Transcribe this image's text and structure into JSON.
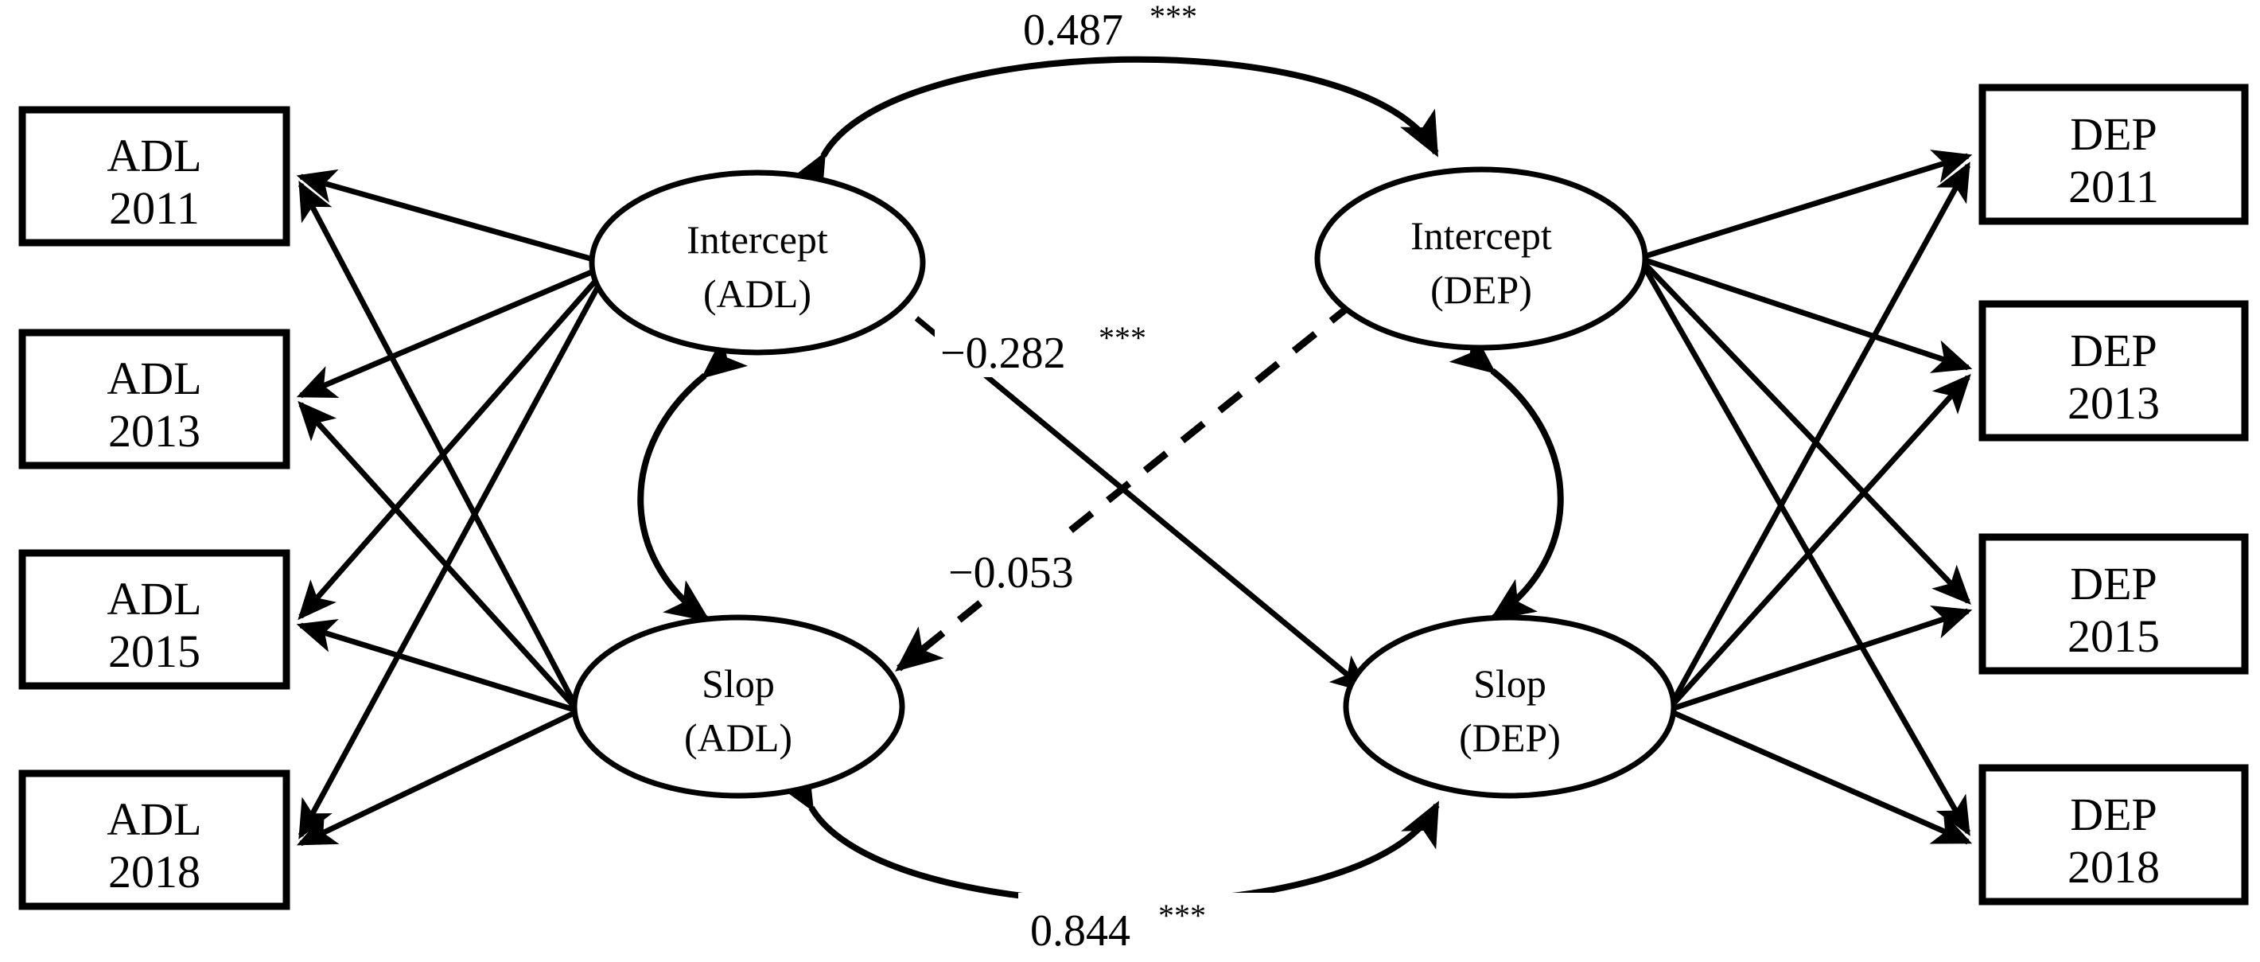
{
  "diagram": {
    "type": "structural-equation-model-path-diagram",
    "background_color": "#ffffff",
    "stroke_color": "#000000",
    "observed_variables": {
      "left_group": {
        "construct": "ADL",
        "boxes": [
          {
            "line1": "ADL",
            "line2": "2011"
          },
          {
            "line1": "ADL",
            "line2": "2013"
          },
          {
            "line1": "ADL",
            "line2": "2015"
          },
          {
            "line1": "ADL",
            "line2": "2018"
          }
        ]
      },
      "right_group": {
        "construct": "DEP",
        "boxes": [
          {
            "line1": "DEP",
            "line2": "2011"
          },
          {
            "line1": "DEP",
            "line2": "2013"
          },
          {
            "line1": "DEP",
            "line2": "2015"
          },
          {
            "line1": "DEP",
            "line2": "2018"
          }
        ]
      }
    },
    "latent_variables": [
      {
        "id": "intercept-adl",
        "line1": "Intercept",
        "line2": "(ADL)"
      },
      {
        "id": "slop-adl",
        "line1": "Slop",
        "line2": "(ADL)"
      },
      {
        "id": "intercept-dep",
        "line1": "Intercept",
        "line2": "(DEP)"
      },
      {
        "id": "slop-dep",
        "line1": "Slop",
        "line2": "(DEP)"
      }
    ],
    "path_coefficients": [
      {
        "id": "intercept-adl-to-intercept-dep",
        "value": "0.487",
        "significance": "***",
        "style": "curved-double-headed",
        "position": "top"
      },
      {
        "id": "intercept-adl-to-slop-dep",
        "value": "−0.282",
        "significance": "***",
        "style": "solid",
        "position": "upper-middle"
      },
      {
        "id": "intercept-dep-to-slop-adl",
        "value": "−0.053",
        "significance": "",
        "style": "dashed",
        "position": "lower-middle"
      },
      {
        "id": "slop-adl-to-slop-dep",
        "value": "0.844",
        "significance": "***",
        "style": "curved-double-headed",
        "position": "bottom"
      }
    ]
  },
  "chart_data": {
    "type": "diagram",
    "title": "",
    "nodes": [
      {
        "name": "ADL 2011",
        "kind": "observed",
        "side": "left"
      },
      {
        "name": "ADL 2013",
        "kind": "observed",
        "side": "left"
      },
      {
        "name": "ADL 2015",
        "kind": "observed",
        "side": "left"
      },
      {
        "name": "ADL 2018",
        "kind": "observed",
        "side": "left"
      },
      {
        "name": "Intercept (ADL)",
        "kind": "latent",
        "side": "left"
      },
      {
        "name": "Slop (ADL)",
        "kind": "latent",
        "side": "left"
      },
      {
        "name": "Intercept (DEP)",
        "kind": "latent",
        "side": "right"
      },
      {
        "name": "Slop (DEP)",
        "kind": "latent",
        "side": "right"
      },
      {
        "name": "DEP 2011",
        "kind": "observed",
        "side": "right"
      },
      {
        "name": "DEP 2013",
        "kind": "observed",
        "side": "right"
      },
      {
        "name": "DEP 2015",
        "kind": "observed",
        "side": "right"
      },
      {
        "name": "DEP 2018",
        "kind": "observed",
        "side": "right"
      }
    ],
    "edges": [
      {
        "from": "Intercept (ADL)",
        "to": "Intercept (DEP)",
        "label": "0.487***",
        "arrow": "double",
        "line": "curved"
      },
      {
        "from": "Slop (ADL)",
        "to": "Slop (DEP)",
        "label": "0.844***",
        "arrow": "double",
        "line": "curved"
      },
      {
        "from": "Intercept (ADL)",
        "to": "Slop (DEP)",
        "label": "−0.282***",
        "arrow": "single",
        "line": "solid"
      },
      {
        "from": "Intercept (DEP)",
        "to": "Slop (ADL)",
        "label": "−0.053",
        "arrow": "single",
        "line": "dashed"
      },
      {
        "from": "Intercept (ADL)",
        "to": "Slop (ADL)",
        "label": "",
        "arrow": "double",
        "line": "curved"
      },
      {
        "from": "Intercept (DEP)",
        "to": "Slop (DEP)",
        "label": "",
        "arrow": "double",
        "line": "curved"
      },
      {
        "from": "Intercept (ADL)",
        "to": "ADL 2011",
        "label": "",
        "arrow": "single",
        "line": "solid"
      },
      {
        "from": "Intercept (ADL)",
        "to": "ADL 2013",
        "label": "",
        "arrow": "single",
        "line": "solid"
      },
      {
        "from": "Intercept (ADL)",
        "to": "ADL 2015",
        "label": "",
        "arrow": "single",
        "line": "solid"
      },
      {
        "from": "Intercept (ADL)",
        "to": "ADL 2018",
        "label": "",
        "arrow": "single",
        "line": "solid"
      },
      {
        "from": "Slop (ADL)",
        "to": "ADL 2011",
        "label": "",
        "arrow": "single",
        "line": "solid"
      },
      {
        "from": "Slop (ADL)",
        "to": "ADL 2013",
        "label": "",
        "arrow": "single",
        "line": "solid"
      },
      {
        "from": "Slop (ADL)",
        "to": "ADL 2015",
        "label": "",
        "arrow": "single",
        "line": "solid"
      },
      {
        "from": "Slop (ADL)",
        "to": "ADL 2018",
        "label": "",
        "arrow": "single",
        "line": "solid"
      },
      {
        "from": "Intercept (DEP)",
        "to": "DEP 2011",
        "label": "",
        "arrow": "single",
        "line": "solid"
      },
      {
        "from": "Intercept (DEP)",
        "to": "DEP 2013",
        "label": "",
        "arrow": "single",
        "line": "solid"
      },
      {
        "from": "Intercept (DEP)",
        "to": "DEP 2015",
        "label": "",
        "arrow": "single",
        "line": "solid"
      },
      {
        "from": "Intercept (DEP)",
        "to": "DEP 2018",
        "label": "",
        "arrow": "single",
        "line": "solid"
      },
      {
        "from": "Slop (DEP)",
        "to": "DEP 2011",
        "label": "",
        "arrow": "single",
        "line": "solid"
      },
      {
        "from": "Slop (DEP)",
        "to": "DEP 2013",
        "label": "",
        "arrow": "single",
        "line": "solid"
      },
      {
        "from": "Slop (DEP)",
        "to": "DEP 2015",
        "label": "",
        "arrow": "single",
        "line": "solid"
      },
      {
        "from": "Slop (DEP)",
        "to": "DEP 2018",
        "label": "",
        "arrow": "single",
        "line": "solid"
      }
    ]
  }
}
